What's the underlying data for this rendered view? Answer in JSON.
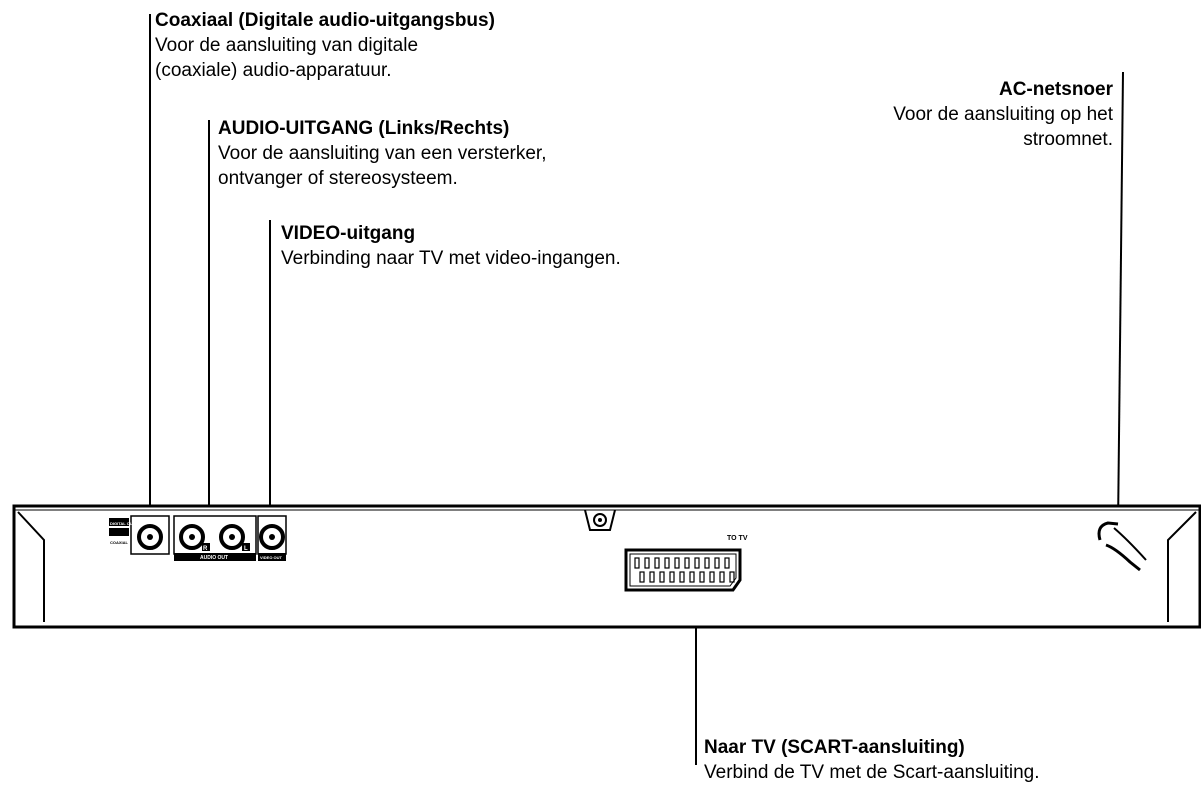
{
  "callouts": {
    "coax": {
      "title": "Coaxiaal (Digitale audio-uitgangsbus)",
      "desc": "Voor de aansluiting van digitale\n(coaxiale) audio-apparatuur."
    },
    "audio": {
      "title": "AUDIO-UITGANG (Links/Rechts)",
      "desc": "Voor de aansluiting van een versterker,\nontvanger of stereosysteem."
    },
    "video": {
      "title": "VIDEO-uitgang",
      "desc": "Verbinding naar TV met video-ingangen."
    },
    "ac": {
      "title": "AC-netsnoer",
      "desc": "Voor de aansluiting op het\nstroomnet."
    },
    "scart": {
      "title": "Naar TV (SCART-aansluiting)",
      "desc": "Verbind de TV met de Scart-aansluiting."
    }
  },
  "panel_labels": {
    "digital_out": "DIGITAL OUT",
    "coaxial": "COAXIAL",
    "audio_out": "AUDIO OUT",
    "video_out": "VIDEO OUT",
    "to_tv": "TO TV",
    "right": "R",
    "left": "L"
  }
}
